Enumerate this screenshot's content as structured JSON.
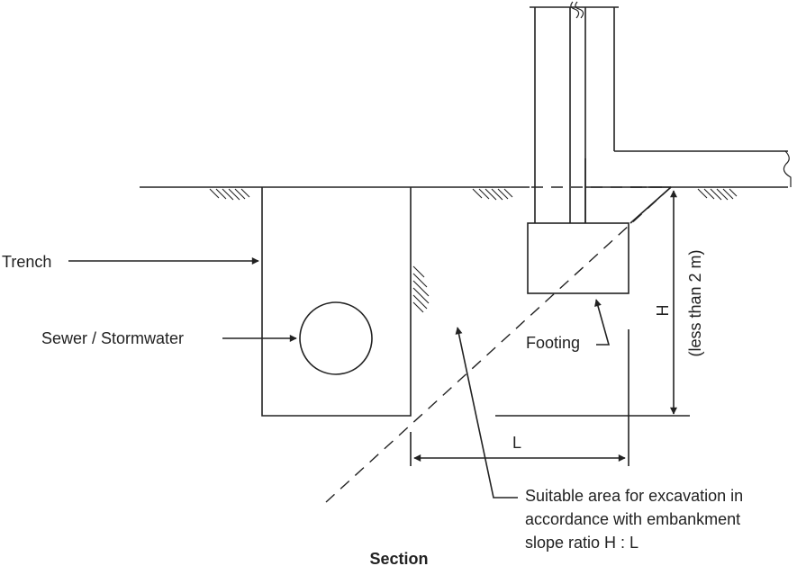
{
  "diagram": {
    "labels": {
      "trench": "Trench",
      "sewer": "Sewer / Stormwater",
      "footing": "Footing",
      "h": "H",
      "h_note": "(less than 2 m)",
      "l": "L",
      "area_line1": "Suitable area for excavation in",
      "area_line2": "accordance with embankment",
      "area_line3": "slope ratio H : L",
      "section": "Section"
    },
    "colors": {
      "line": "#222222",
      "background": "#ffffff"
    }
  }
}
